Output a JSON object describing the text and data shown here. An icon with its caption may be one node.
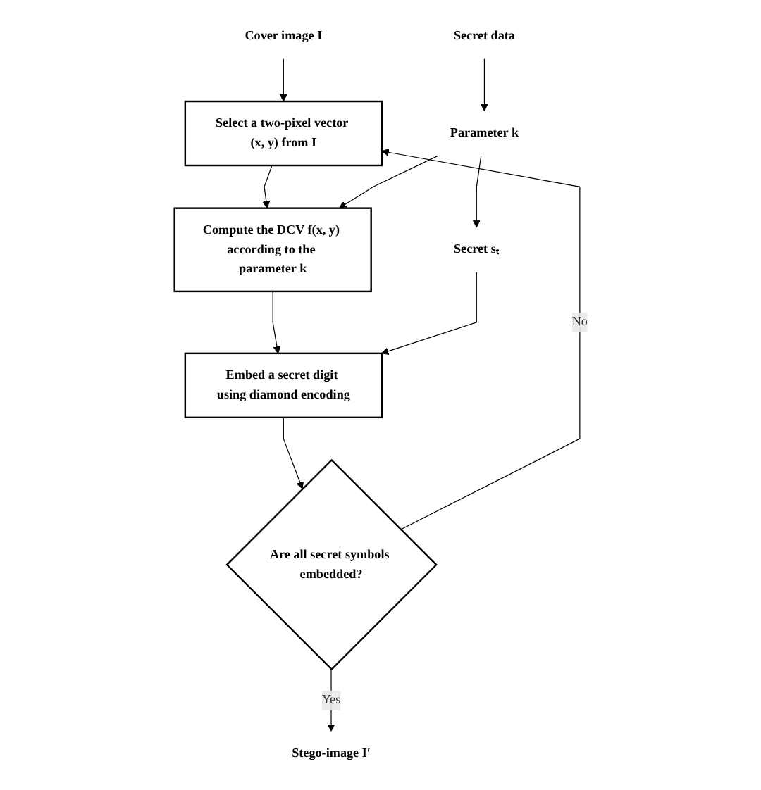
{
  "diagram": {
    "nodes": [
      {
        "text": [
          "Cover image I"
        ]
      },
      {
        "text": [
          "Select a two-pixel vector (x, y) from I"
        ]
      },
      {
        "text": [
          "Compute the DCV f(x, y) according to the parameter k"
        ]
      },
      {
        "text": [
          "Embed a secret digit using diamond encoding"
        ]
      },
      {
        "text": [
          "Are all secret symbols embedded?"
        ]
      },
      {
        "text": [
          "Stego-image I′"
        ]
      },
      {
        "text": [
          "Secret data"
        ]
      },
      {
        "text": [
          "Parameter k"
        ]
      },
      {
        "text": [
          "Secret sₜ"
        ]
      }
    ],
    "edges": [
      {
        "from": 0,
        "to": 1,
        "arrow": "to"
      },
      {
        "from": 1,
        "to": 2,
        "arrow": "to"
      },
      {
        "from": 2,
        "to": 3,
        "arrow": "to"
      },
      {
        "from": 3,
        "to": 4,
        "arrow": "to"
      },
      {
        "from": 4,
        "to": 1,
        "arrow": "to",
        "label": "No"
      },
      {
        "from": 4,
        "to": 5,
        "arrow": "to",
        "label": "Yes"
      },
      {
        "from": 6,
        "to": 7,
        "arrow": "to"
      },
      {
        "from": 7,
        "to": 8,
        "arrow": "to"
      },
      {
        "from": 7,
        "to": 2,
        "arrow": "to"
      },
      {
        "from": 8,
        "to": 3,
        "arrow": "to"
      }
    ]
  }
}
